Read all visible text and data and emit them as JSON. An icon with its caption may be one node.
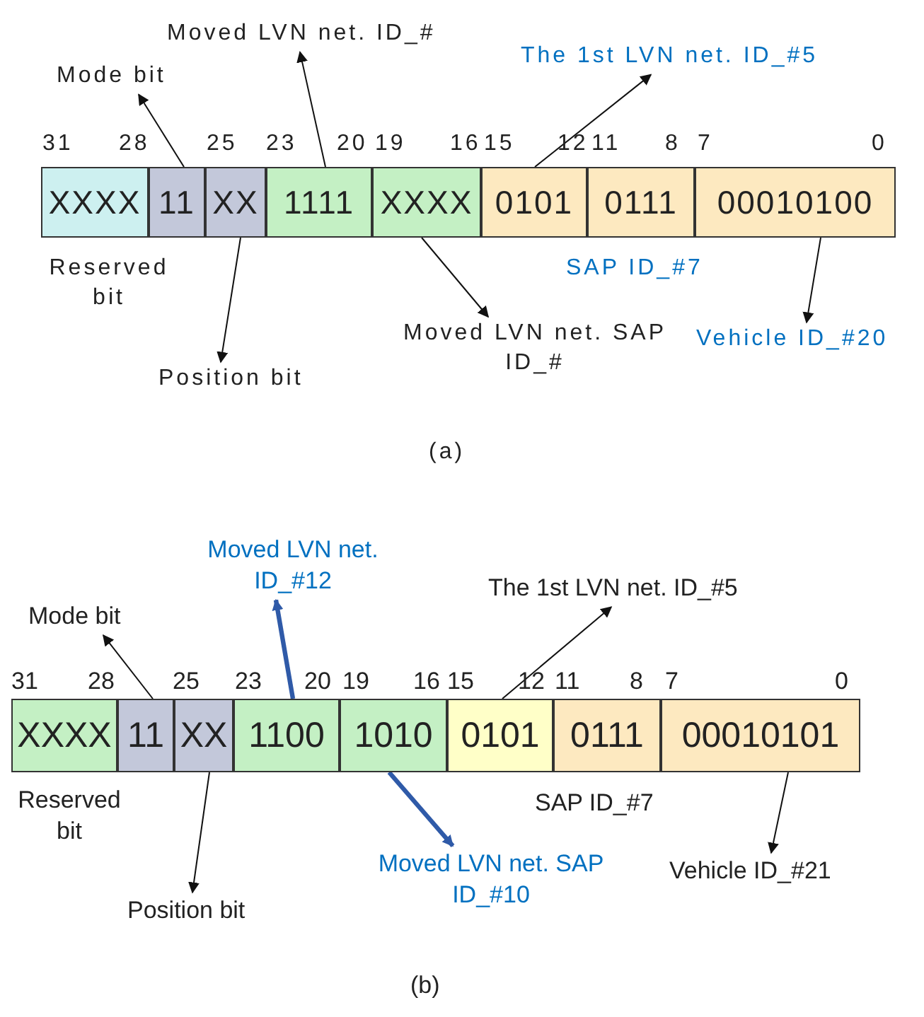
{
  "diagram": {
    "nodes": [
      {
        "text": [
          "XXXX"
        ]
      },
      {
        "text": [
          "11"
        ]
      },
      {
        "text": [
          "XX"
        ]
      },
      {
        "text": [
          "1111"
        ]
      },
      {
        "text": [
          "XXXX"
        ]
      },
      {
        "text": [
          "0101"
        ]
      },
      {
        "text": [
          "0111"
        ]
      },
      {
        "text": [
          "00010100"
        ]
      },
      {
        "text": [
          "Mode bit"
        ]
      },
      {
        "text": [
          "Moved LVN net. ID_#"
        ]
      },
      {
        "text": [
          "The 1st LVN net. ID_#5"
        ]
      },
      {
        "text": [
          "Position bit"
        ]
      },
      {
        "text": [
          "Moved LVN net. SAP ID_#"
        ]
      },
      {
        "text": [
          "Vehicle ID_#20"
        ]
      },
      {
        "text": [
          "XXXX"
        ]
      },
      {
        "text": [
          "11"
        ]
      },
      {
        "text": [
          "XX"
        ]
      },
      {
        "text": [
          "1100"
        ]
      },
      {
        "text": [
          "1010"
        ]
      },
      {
        "text": [
          "0101"
        ]
      },
      {
        "text": [
          "0111"
        ]
      },
      {
        "text": [
          "00010101"
        ]
      },
      {
        "text": [
          "Mode bit"
        ]
      },
      {
        "text": [
          "Moved LVN net. ID_#12"
        ]
      },
      {
        "text": [
          "The 1st LVN net. ID_#5"
        ]
      },
      {
        "text": [
          "Position bit"
        ]
      },
      {
        "text": [
          "Moved LVN net. SAP ID_#10"
        ]
      },
      {
        "text": [
          "Vehicle ID_#21"
        ]
      }
    ],
    "edges": [
      {
        "from": 1,
        "to": 8,
        "arrow": "to"
      },
      {
        "from": 3,
        "to": 9,
        "arrow": "to"
      },
      {
        "from": 5,
        "to": 10,
        "arrow": "to"
      },
      {
        "from": 2,
        "to": 11,
        "arrow": "to"
      },
      {
        "from": 4,
        "to": 12,
        "arrow": "to"
      },
      {
        "from": 7,
        "to": 13,
        "arrow": "to"
      },
      {
        "from": 15,
        "to": 22,
        "arrow": "to"
      },
      {
        "from": 17,
        "to": 23,
        "arrow": "to",
        "style": "thick",
        "color": "#2f5aa8"
      },
      {
        "from": 19,
        "to": 24,
        "arrow": "to"
      },
      {
        "from": 16,
        "to": 25,
        "arrow": "to"
      },
      {
        "from": 18,
        "to": 26,
        "arrow": "to",
        "style": "thick",
        "color": "#2f5aa8"
      },
      {
        "from": 21,
        "to": 27,
        "arrow": "to"
      }
    ],
    "labels": [
      "31",
      "28",
      "25",
      "23",
      "20",
      "19",
      "16",
      "15",
      "12",
      "11",
      "8",
      "7",
      "0",
      "Reserved bit",
      "SAP ID_#7",
      "(a)",
      "31",
      "28",
      "25",
      "23",
      "20",
      "19",
      "16",
      "15",
      "12",
      "11",
      "8",
      "7",
      "0",
      "Reserved bit",
      "SAP ID_#7",
      "(b)"
    ]
  }
}
